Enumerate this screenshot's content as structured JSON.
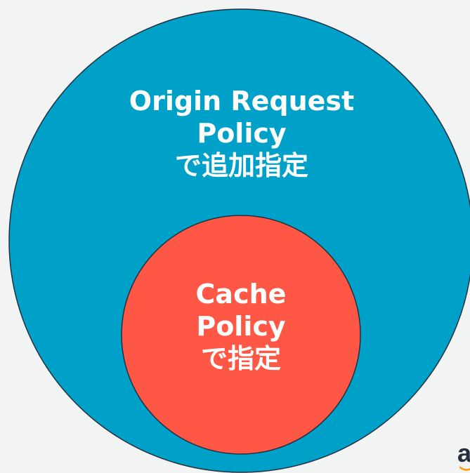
{
  "colors": {
    "background": "#f2f3f3",
    "outer_fill": "#00a1c9",
    "inner_fill": "#ff5746",
    "stroke": "#232f3e",
    "text": "#ffffff",
    "logo_accent": "#ff9900"
  },
  "outer_circle": {
    "lines": [
      "Origin Request",
      "Policy",
      "で追加指定"
    ]
  },
  "inner_circle": {
    "lines": [
      "Cache",
      "Policy",
      "で指定"
    ]
  },
  "logo": {
    "text": "a"
  }
}
